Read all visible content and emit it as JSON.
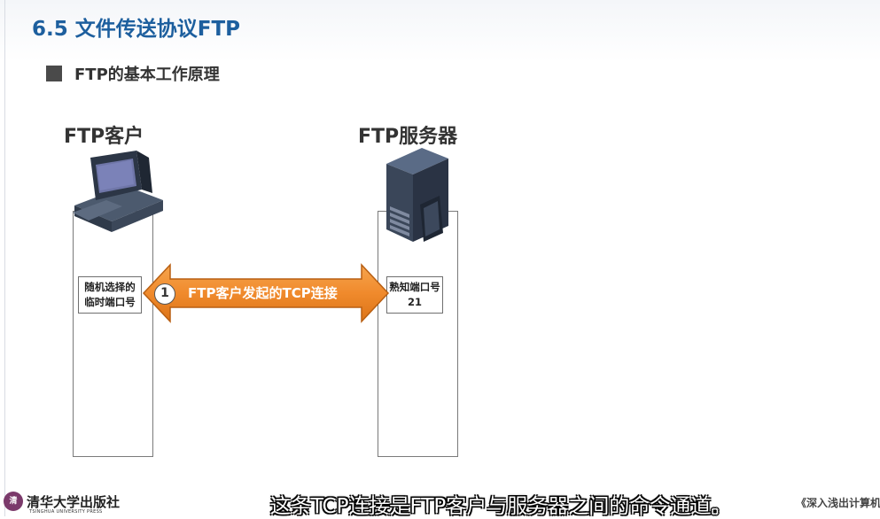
{
  "slide": {
    "title": "6.5 文件传送协议FTP",
    "subheading": "FTP的基本工作原理"
  },
  "client": {
    "label": "FTP客户",
    "port_line1": "随机选择的",
    "port_line2": "临时端口号"
  },
  "server": {
    "label": "FTP服务器",
    "port_line1": "熟知端口号",
    "port_line2": "21"
  },
  "connection": {
    "step": "1",
    "label": "FTP客户发起的TCP连接",
    "color": "#f08a2c"
  },
  "footer": {
    "publisher": "清华大学出版社",
    "publisher_en": "TSINGHUA UNIVERSITY PRESS",
    "subtitle": "这条TCP连接是FTP客户与服务器之间的命令通道。",
    "book_ref": "《深入浅出计算机"
  },
  "icons": [
    "desktop-computer-icon",
    "server-tower-icon",
    "publisher-seal-icon"
  ],
  "colors": {
    "title": "#1d5f9e",
    "arrow": "#f08a2c"
  }
}
